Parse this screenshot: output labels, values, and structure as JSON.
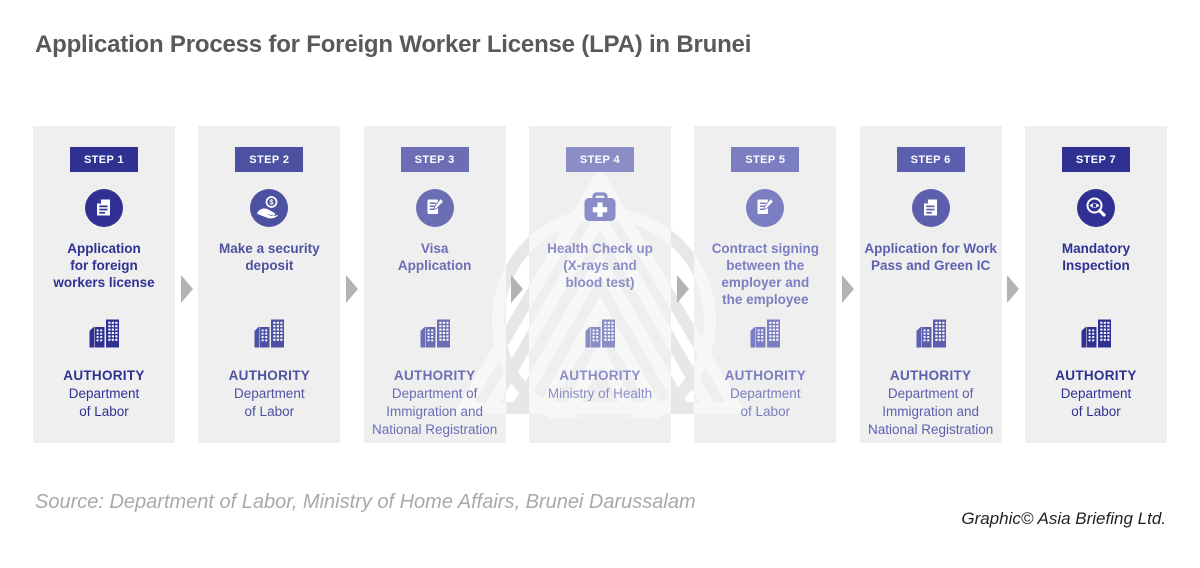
{
  "title": "Application Process for Foreign Worker License (LPA) in Brunei",
  "source": "Source: Department of Labor, Ministry of Home Affairs, Brunei Darussalam",
  "credit": "Graphic© Asia Briefing Ltd.",
  "colors": {
    "title_text": "#58595b",
    "column_bg": "#efefef",
    "arrow": "#b3b3b3",
    "source_text": "#a7a9ac",
    "credit_text": "#231f20",
    "watermark": "#e7e7e7",
    "step_dark": "#2e3192",
    "step_light": "#8b8dc7"
  },
  "steps": [
    {
      "badge": "STEP 1",
      "icon": "document",
      "color": "#2e3192",
      "title": "Application\nfor foreign\nworkers license",
      "authority_label": "AUTHORITY",
      "authority": "Department\nof Labor"
    },
    {
      "badge": "STEP 2",
      "icon": "security-deposit",
      "color": "#4d51a1",
      "title": "Make a security\ndeposit",
      "authority_label": "AUTHORITY",
      "authority": "Department\nof Labor"
    },
    {
      "badge": "STEP 3",
      "icon": "contract-signing",
      "color": "#6b6eb4",
      "title": "Visa\nApplication",
      "authority_label": "AUTHORITY",
      "authority": "Department of\nImmigration and\nNational Registration"
    },
    {
      "badge": "STEP 4",
      "icon": "health-check",
      "color": "#8b8dc7",
      "title": "Health Check up\n(X-rays and\nblood test)",
      "authority_label": "AUTHORITY",
      "authority": "Ministry of Health"
    },
    {
      "badge": "STEP 5",
      "icon": "contract-signing",
      "color": "#7b7ec0",
      "title": "Contract signing\nbetween the\nemployer and\nthe employee",
      "authority_label": "AUTHORITY",
      "authority": "Department\nof Labor"
    },
    {
      "badge": "STEP 6",
      "icon": "document",
      "color": "#5c5fae",
      "title": "Application for Work\nPass and Green IC",
      "authority_label": "AUTHORITY",
      "authority": "Department of\nImmigration and\nNational Registration"
    },
    {
      "badge": "STEP 7",
      "icon": "inspection",
      "color": "#2e3192",
      "title": "Mandatory\nInspection",
      "authority_label": "AUTHORITY",
      "authority": "Department\nof Labor"
    }
  ]
}
